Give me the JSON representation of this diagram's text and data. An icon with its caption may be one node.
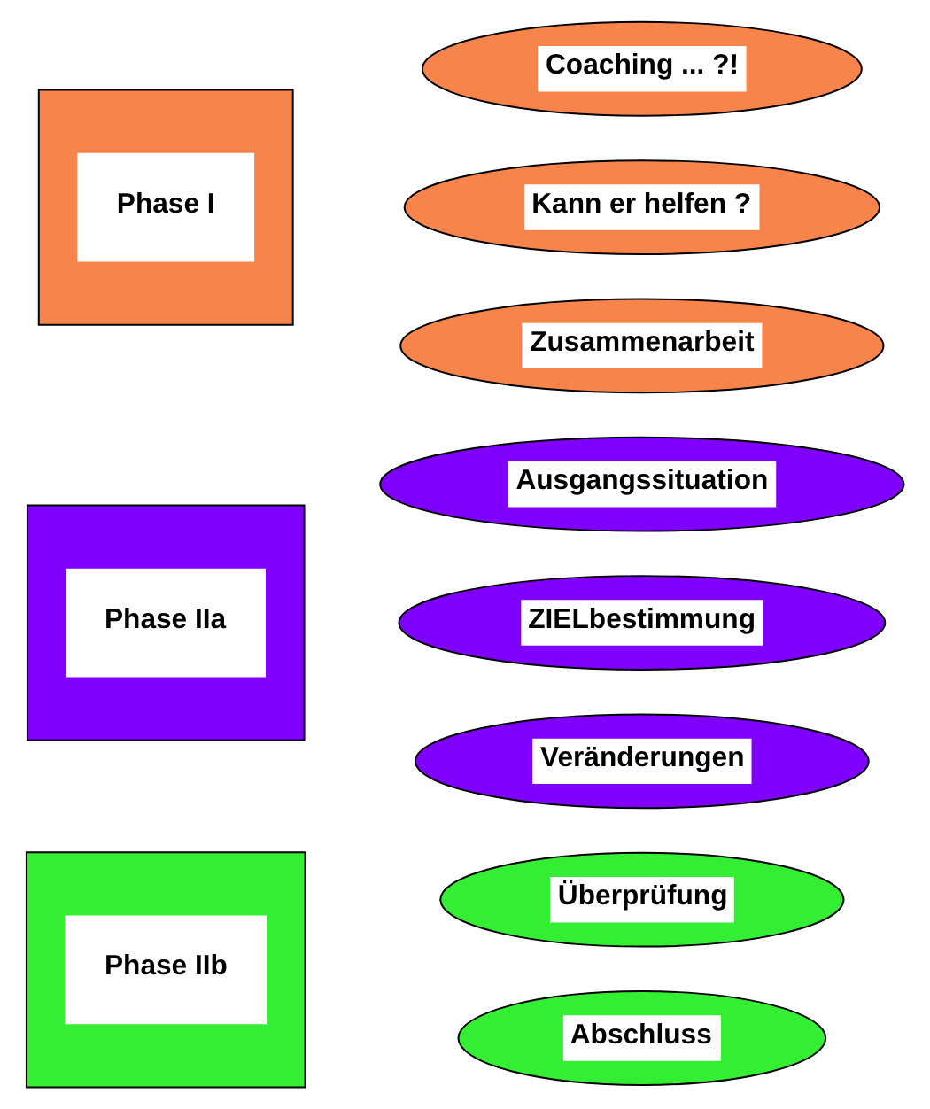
{
  "diagram": {
    "nodes": [
      {
        "text": [
          "Phase I"
        ]
      },
      {
        "text": [
          "Coaching ... ?!"
        ]
      },
      {
        "text": [
          "Kann er helfen ?"
        ]
      },
      {
        "text": [
          "Zusammenarbeit"
        ]
      },
      {
        "text": [
          "Phase IIa"
        ]
      },
      {
        "text": [
          "Ausgangssituation"
        ]
      },
      {
        "text": [
          "ZIELbestimmung"
        ]
      },
      {
        "text": [
          "Veränderungen"
        ]
      },
      {
        "text": [
          "Phase IIb"
        ]
      },
      {
        "text": [
          "Überprüfung"
        ]
      },
      {
        "text": [
          "Abschluss"
        ]
      }
    ]
  }
}
